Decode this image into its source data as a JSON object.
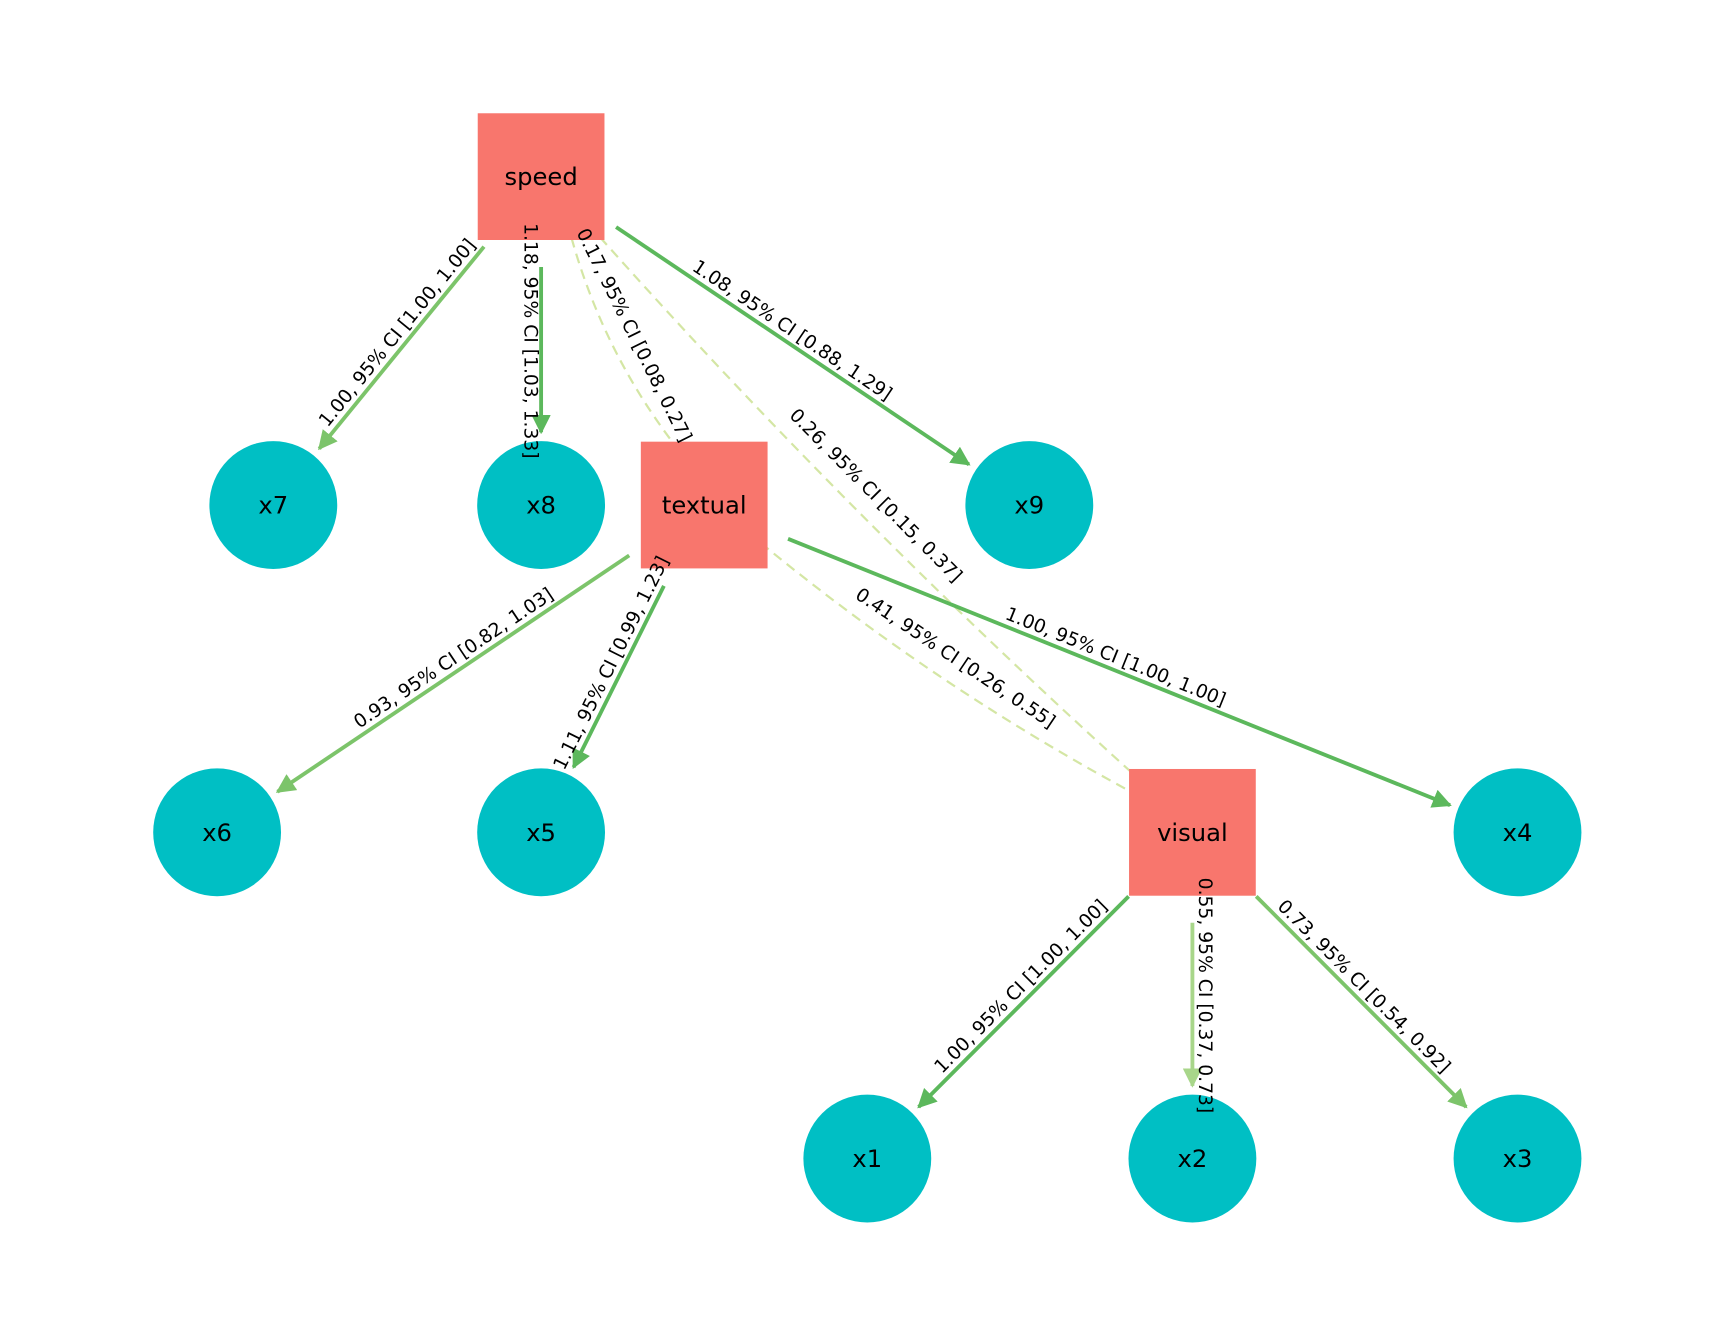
{
  "colors": {
    "latent": "#f8766d",
    "observed": "#00bfc4",
    "edge_strong": "#5cb85c",
    "edge_medium": "#7cc46a",
    "edge_light": "#a8d68a",
    "edge_dashed": "#d4e6a4"
  },
  "nodes": [
    {
      "id": "speed",
      "label": "speed",
      "shape": "square"
    },
    {
      "id": "textual",
      "label": "textual",
      "shape": "square"
    },
    {
      "id": "visual",
      "label": "visual",
      "shape": "square"
    },
    {
      "id": "x7",
      "label": "x7",
      "shape": "circle"
    },
    {
      "id": "x8",
      "label": "x8",
      "shape": "circle"
    },
    {
      "id": "x9",
      "label": "x9",
      "shape": "circle"
    },
    {
      "id": "x6",
      "label": "x6",
      "shape": "circle"
    },
    {
      "id": "x5",
      "label": "x5",
      "shape": "circle"
    },
    {
      "id": "x4",
      "label": "x4",
      "shape": "circle"
    },
    {
      "id": "x1",
      "label": "x1",
      "shape": "circle"
    },
    {
      "id": "x2",
      "label": "x2",
      "shape": "circle"
    },
    {
      "id": "x3",
      "label": "x3",
      "shape": "circle"
    }
  ],
  "edges": [
    {
      "from": "speed",
      "to": "x7",
      "label": "1.00, 95% CI [1.00, 1.00]",
      "style": "solid",
      "color": "edge_medium"
    },
    {
      "from": "speed",
      "to": "x8",
      "label": "1.18, 95% CI [1.03, 1.33]",
      "style": "solid",
      "color": "edge_strong"
    },
    {
      "from": "speed",
      "to": "x9",
      "label": "1.08, 95% CI [0.88, 1.29]",
      "style": "solid",
      "color": "edge_strong"
    },
    {
      "from": "speed",
      "to": "textual",
      "label": "0.17, 95% CI [0.08, 0.27]",
      "style": "dashed",
      "color": "edge_dashed"
    },
    {
      "from": "speed",
      "to": "visual",
      "label": "0.26, 95% CI [0.15, 0.37]",
      "style": "dashed",
      "color": "edge_dashed"
    },
    {
      "from": "textual",
      "to": "x6",
      "label": "0.93, 95% CI [0.82, 1.03]",
      "style": "solid",
      "color": "edge_medium"
    },
    {
      "from": "textual",
      "to": "x5",
      "label": "1.11, 95% CI [0.99, 1.23]",
      "style": "solid",
      "color": "edge_strong"
    },
    {
      "from": "textual",
      "to": "x4",
      "label": "1.00, 95% CI [1.00, 1.00]",
      "style": "solid",
      "color": "edge_strong"
    },
    {
      "from": "textual",
      "to": "visual",
      "label": "0.41, 95% CI [0.26, 0.55]",
      "style": "dashed",
      "color": "edge_dashed"
    },
    {
      "from": "visual",
      "to": "x1",
      "label": "1.00, 95% CI [1.00, 1.00]",
      "style": "solid",
      "color": "edge_strong"
    },
    {
      "from": "visual",
      "to": "x2",
      "label": "0.55, 95% CI [0.37, 0.73]",
      "style": "solid",
      "color": "edge_light"
    },
    {
      "from": "visual",
      "to": "x3",
      "label": "0.73, 95% CI [0.54, 0.92]",
      "style": "solid",
      "color": "edge_medium"
    }
  ]
}
